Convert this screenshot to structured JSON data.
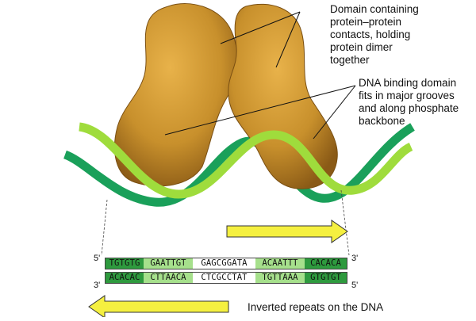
{
  "labels": {
    "dimer_domain": "Domain containing\nprotein–protein\ncontacts, holding\nprotein dimer\ntogether",
    "dna_binding": "DNA binding domain\nfits in major grooves\nand along phosphate\nbackbone",
    "inverted_repeats": "Inverted repeats on the DNA"
  },
  "sequence": {
    "top_five_prime": "5'",
    "top_three_prime": "3'",
    "bottom_three_prime": "3'",
    "bottom_five_prime": "5'",
    "top_segments": [
      {
        "text": "TGTGTG",
        "highlight": true
      },
      {
        "text": "GAATTGT",
        "highlight": true
      },
      {
        "text": "GAGCGGATA",
        "highlight": false
      },
      {
        "text": "ACAATTT",
        "highlight": true
      },
      {
        "text": "CACACA",
        "highlight": true
      }
    ],
    "bottom_segments": [
      {
        "text": "ACACAC",
        "highlight": true
      },
      {
        "text": "CTTAACA",
        "highlight": true
      },
      {
        "text": "CTCGCCTAT",
        "highlight": false
      },
      {
        "text": "TGTTAAA",
        "highlight": true
      },
      {
        "text": "GTGTGT",
        "highlight": true
      }
    ]
  },
  "colors": {
    "protein": "#c8902c",
    "protein_dark": "#7a4f12",
    "dna_light": "#9fdc3c",
    "dna_dark": "#1aa05a",
    "highlight_dark": "#2e9a3e",
    "highlight_light": "#a6e08c",
    "arrow_fill": "#f5f040",
    "arrow_stroke": "#333333"
  },
  "icons": {
    "right_arrow": "right-arrow-icon",
    "left_arrow": "left-arrow-icon"
  }
}
